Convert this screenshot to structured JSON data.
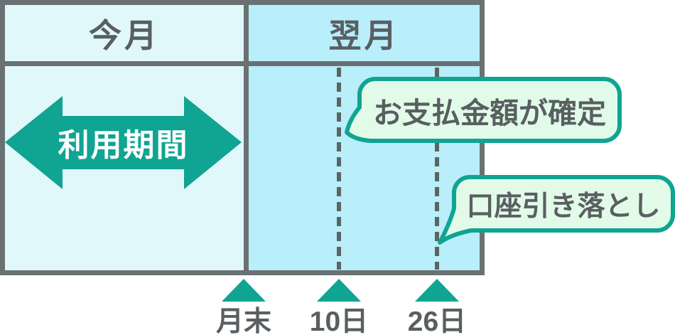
{
  "table": {
    "columns": [
      {
        "label": "今月"
      },
      {
        "label": "翌月"
      }
    ]
  },
  "usage_arrow": {
    "label": "利用期間"
  },
  "callouts": {
    "payment_confirmed": {
      "label": "お支払金額が確定"
    },
    "account_debit": {
      "label": "口座引き落とし"
    }
  },
  "timeline": {
    "markers": [
      {
        "label": "月末"
      },
      {
        "label": "10日"
      },
      {
        "label": "26日"
      }
    ]
  },
  "colors": {
    "teal": "#10a492",
    "table_border": "#6a7172",
    "text": "#595f61",
    "this_month_bg": "#e1f8fa",
    "next_month_bg": "#b9eefb",
    "callout_bg": "#e2fbe9"
  }
}
